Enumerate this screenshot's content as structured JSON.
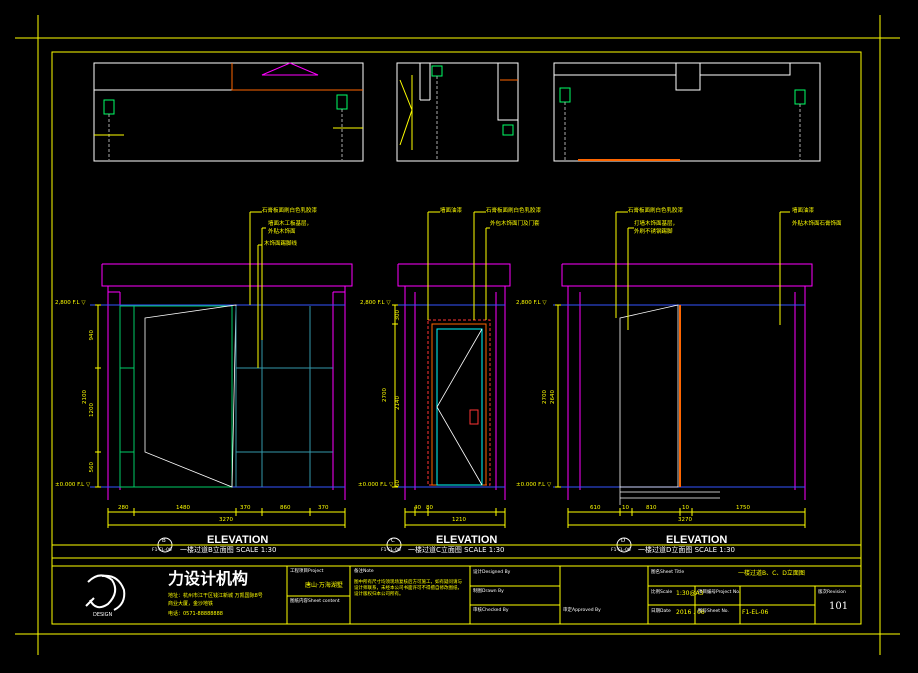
{
  "colors": {
    "background": "#000000",
    "frame": "#ffff00",
    "wall": "#ff00ff",
    "ceiling_line": "#3355ff",
    "glass_panel": "#00cc66",
    "door": "#00ffff",
    "accent": "#ff6600",
    "text": "#ffffff"
  },
  "elevations": [
    {
      "title": "ELEVATION",
      "marker": "B",
      "sheet_ref": "F1-EL-06",
      "caption": "一楼过道B立面图 SCALE  1:30",
      "level_top": "2,800 F.L ▽",
      "level_bottom": "±0.000 F.L ▽",
      "vertical_dims": [
        "940",
        "2100",
        "1200",
        "560"
      ],
      "horizontal_dims": [
        "280",
        "1480",
        "370",
        "860",
        "370"
      ],
      "total_width": "3270",
      "notes": [
        "石膏板面刷白色乳胶漆",
        "墙面木工板基层，",
        "外贴木饰面",
        "木饰面踢脚线"
      ]
    },
    {
      "title": "ELEVATION",
      "marker": "C",
      "sheet_ref": "F1-EL-06",
      "caption": "一楼过道C立面图 SCALE  1:30",
      "level_top": "2,800 F.L ▽",
      "level_bottom": "±0.000 F.L ▽",
      "vertical_dims": [
        "300",
        "2700",
        "2140",
        "60"
      ],
      "horizontal_dims": [
        "40",
        "80"
      ],
      "total_width": "1210",
      "notes": [
        "墙面油漆",
        "石膏板面刷白色乳胶漆",
        "外包木饰面门及门套"
      ]
    },
    {
      "title": "ELEVATION",
      "marker": "D",
      "sheet_ref": "F1-EL-06",
      "caption": "一楼过道D立面图 SCALE  1:30",
      "level_top": "2,800 F.L ▽",
      "level_bottom": "±0.000 F.L ▽",
      "vertical_dims": [
        "2700",
        "2640"
      ],
      "horizontal_dims": [
        "610",
        "10",
        "810",
        "10",
        "1750"
      ],
      "total_width": "3270",
      "notes": [
        "石膏板面刷白色乳胶漆",
        "打墙木饰面基层，",
        "外刷不锈钢踢脚",
        "墙面油漆",
        "外贴木饰面石膏饰面"
      ]
    }
  ],
  "title_block": {
    "company_name": "力设计机构",
    "address": "地址：杭州市江干区钱江新城 万凯国际8号",
    "address_line2": "商业大厦，金沙地铁",
    "phone": "电话：0571-88888888",
    "logo_caption": "DESIGN",
    "project_label": "工程项目Project",
    "project_name": "唐山·万海湖墅",
    "drawing_content_label": "图纸内容Sheet content",
    "remark_label": "备注Note",
    "remark_text": "图中所有尺寸均须现场复核后方可施工，如有疑问请与设计师联系，未经本公司书面许可不得擅自修改图纸，设计版权归本公司所有。",
    "designer_label": "设计Designed By",
    "drawn_label": "制图Drawn By",
    "checked_label": "审核Checked By",
    "approved_label": "审定Approved By",
    "sheet_title_label": "图名Sheet Title",
    "sheet_title": "一楼过道B、C、D立面图",
    "scale_label": "比例Scale",
    "scale": "1:30@A3",
    "project_no_label": "项目编号Project No.",
    "date_label": "日期Date",
    "date": "2016 . 06",
    "drawing_no_label": "图号Sheet No.",
    "drawing_no": "F1-EL-06",
    "version_label": "版次Revision",
    "page": "101"
  }
}
